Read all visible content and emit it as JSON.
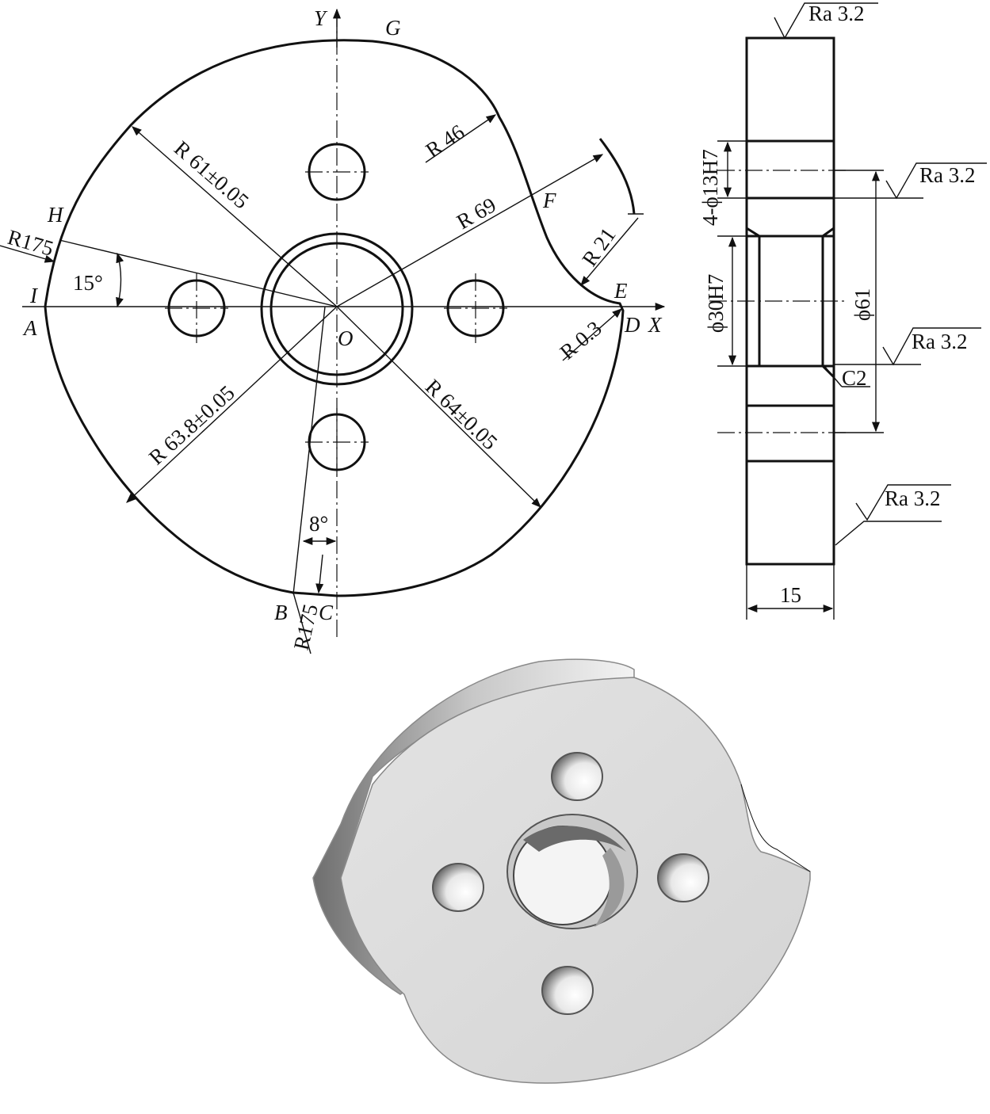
{
  "front_view": {
    "points": {
      "A": "A",
      "B": "B",
      "C": "C",
      "D": "D",
      "E": "E",
      "F": "F",
      "G": "G",
      "H": "H",
      "I": "I",
      "O": "O",
      "X": "X",
      "Y": "Y"
    },
    "dims": {
      "r61": "R 61±0.05",
      "r46": "R 46",
      "r69": "R 69",
      "r21": "R 21",
      "r175_left": "R175",
      "angle15": "15°",
      "r03": "R 0.3",
      "r638": "R 63.8±0.05",
      "r64": "R 64±0.05",
      "angle8": "8°",
      "r175_bottom": "R175"
    }
  },
  "section_view": {
    "holes": "4-ϕ13H7",
    "bore": "ϕ30H7",
    "pcd": "ϕ61",
    "chamfer": "C2",
    "thickness": "15",
    "roughness": {
      "top": "Ra 3.2",
      "hole": "Ra 3.2",
      "bore": "Ra 3.2",
      "side": "Ra 3.2"
    }
  },
  "colors": {
    "line": "#111111",
    "part_face": "#dcdcdc",
    "part_edge": "#9a9a9a"
  }
}
